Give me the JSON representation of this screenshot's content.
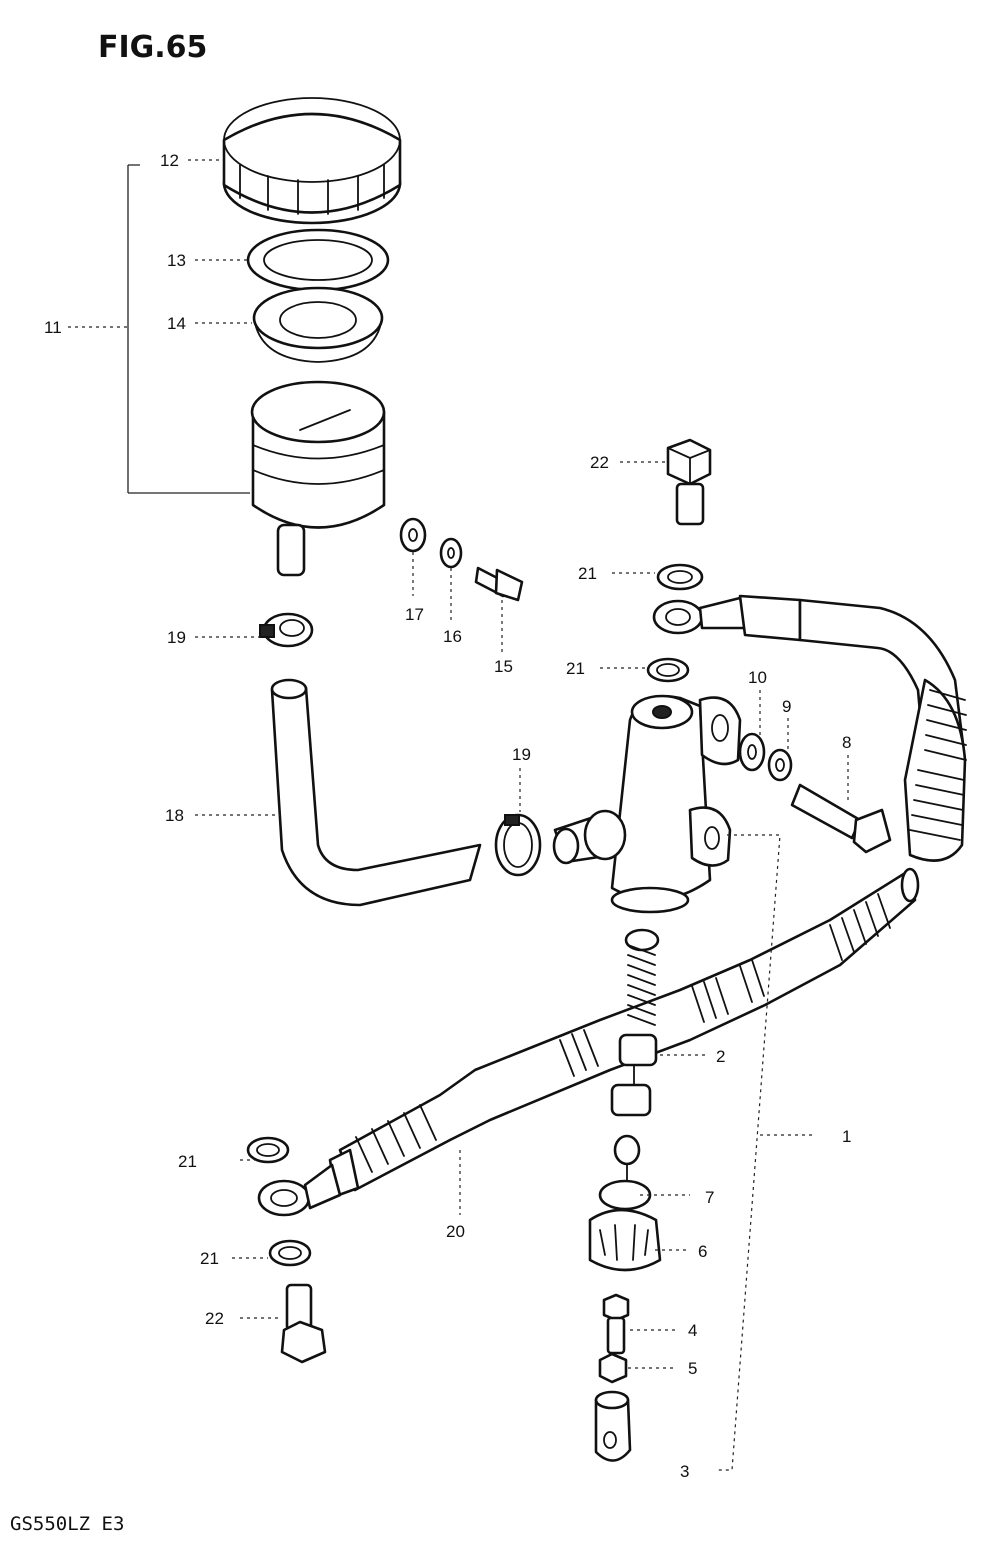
{
  "figure": {
    "title": "FIG.65",
    "model_code": "GS550LZ E3"
  },
  "callouts": [
    {
      "id": "c1",
      "label": "1"
    },
    {
      "id": "c2",
      "label": "2"
    },
    {
      "id": "c3",
      "label": "3"
    },
    {
      "id": "c4",
      "label": "4"
    },
    {
      "id": "c5",
      "label": "5"
    },
    {
      "id": "c6",
      "label": "6"
    },
    {
      "id": "c7",
      "label": "7"
    },
    {
      "id": "c8",
      "label": "8"
    },
    {
      "id": "c9",
      "label": "9"
    },
    {
      "id": "c10",
      "label": "10"
    },
    {
      "id": "c11",
      "label": "11"
    },
    {
      "id": "c12",
      "label": "12"
    },
    {
      "id": "c13",
      "label": "13"
    },
    {
      "id": "c14",
      "label": "14"
    },
    {
      "id": "c15",
      "label": "15"
    },
    {
      "id": "c16",
      "label": "16"
    },
    {
      "id": "c17",
      "label": "17"
    },
    {
      "id": "c18",
      "label": "18"
    },
    {
      "id": "c19a",
      "label": "19"
    },
    {
      "id": "c19b",
      "label": "19"
    },
    {
      "id": "c20",
      "label": "20"
    },
    {
      "id": "c21a",
      "label": "21"
    },
    {
      "id": "c21b",
      "label": "21"
    },
    {
      "id": "c21c",
      "label": "21"
    },
    {
      "id": "c21d",
      "label": "21"
    },
    {
      "id": "c22a",
      "label": "22"
    },
    {
      "id": "c22b",
      "label": "22"
    }
  ]
}
